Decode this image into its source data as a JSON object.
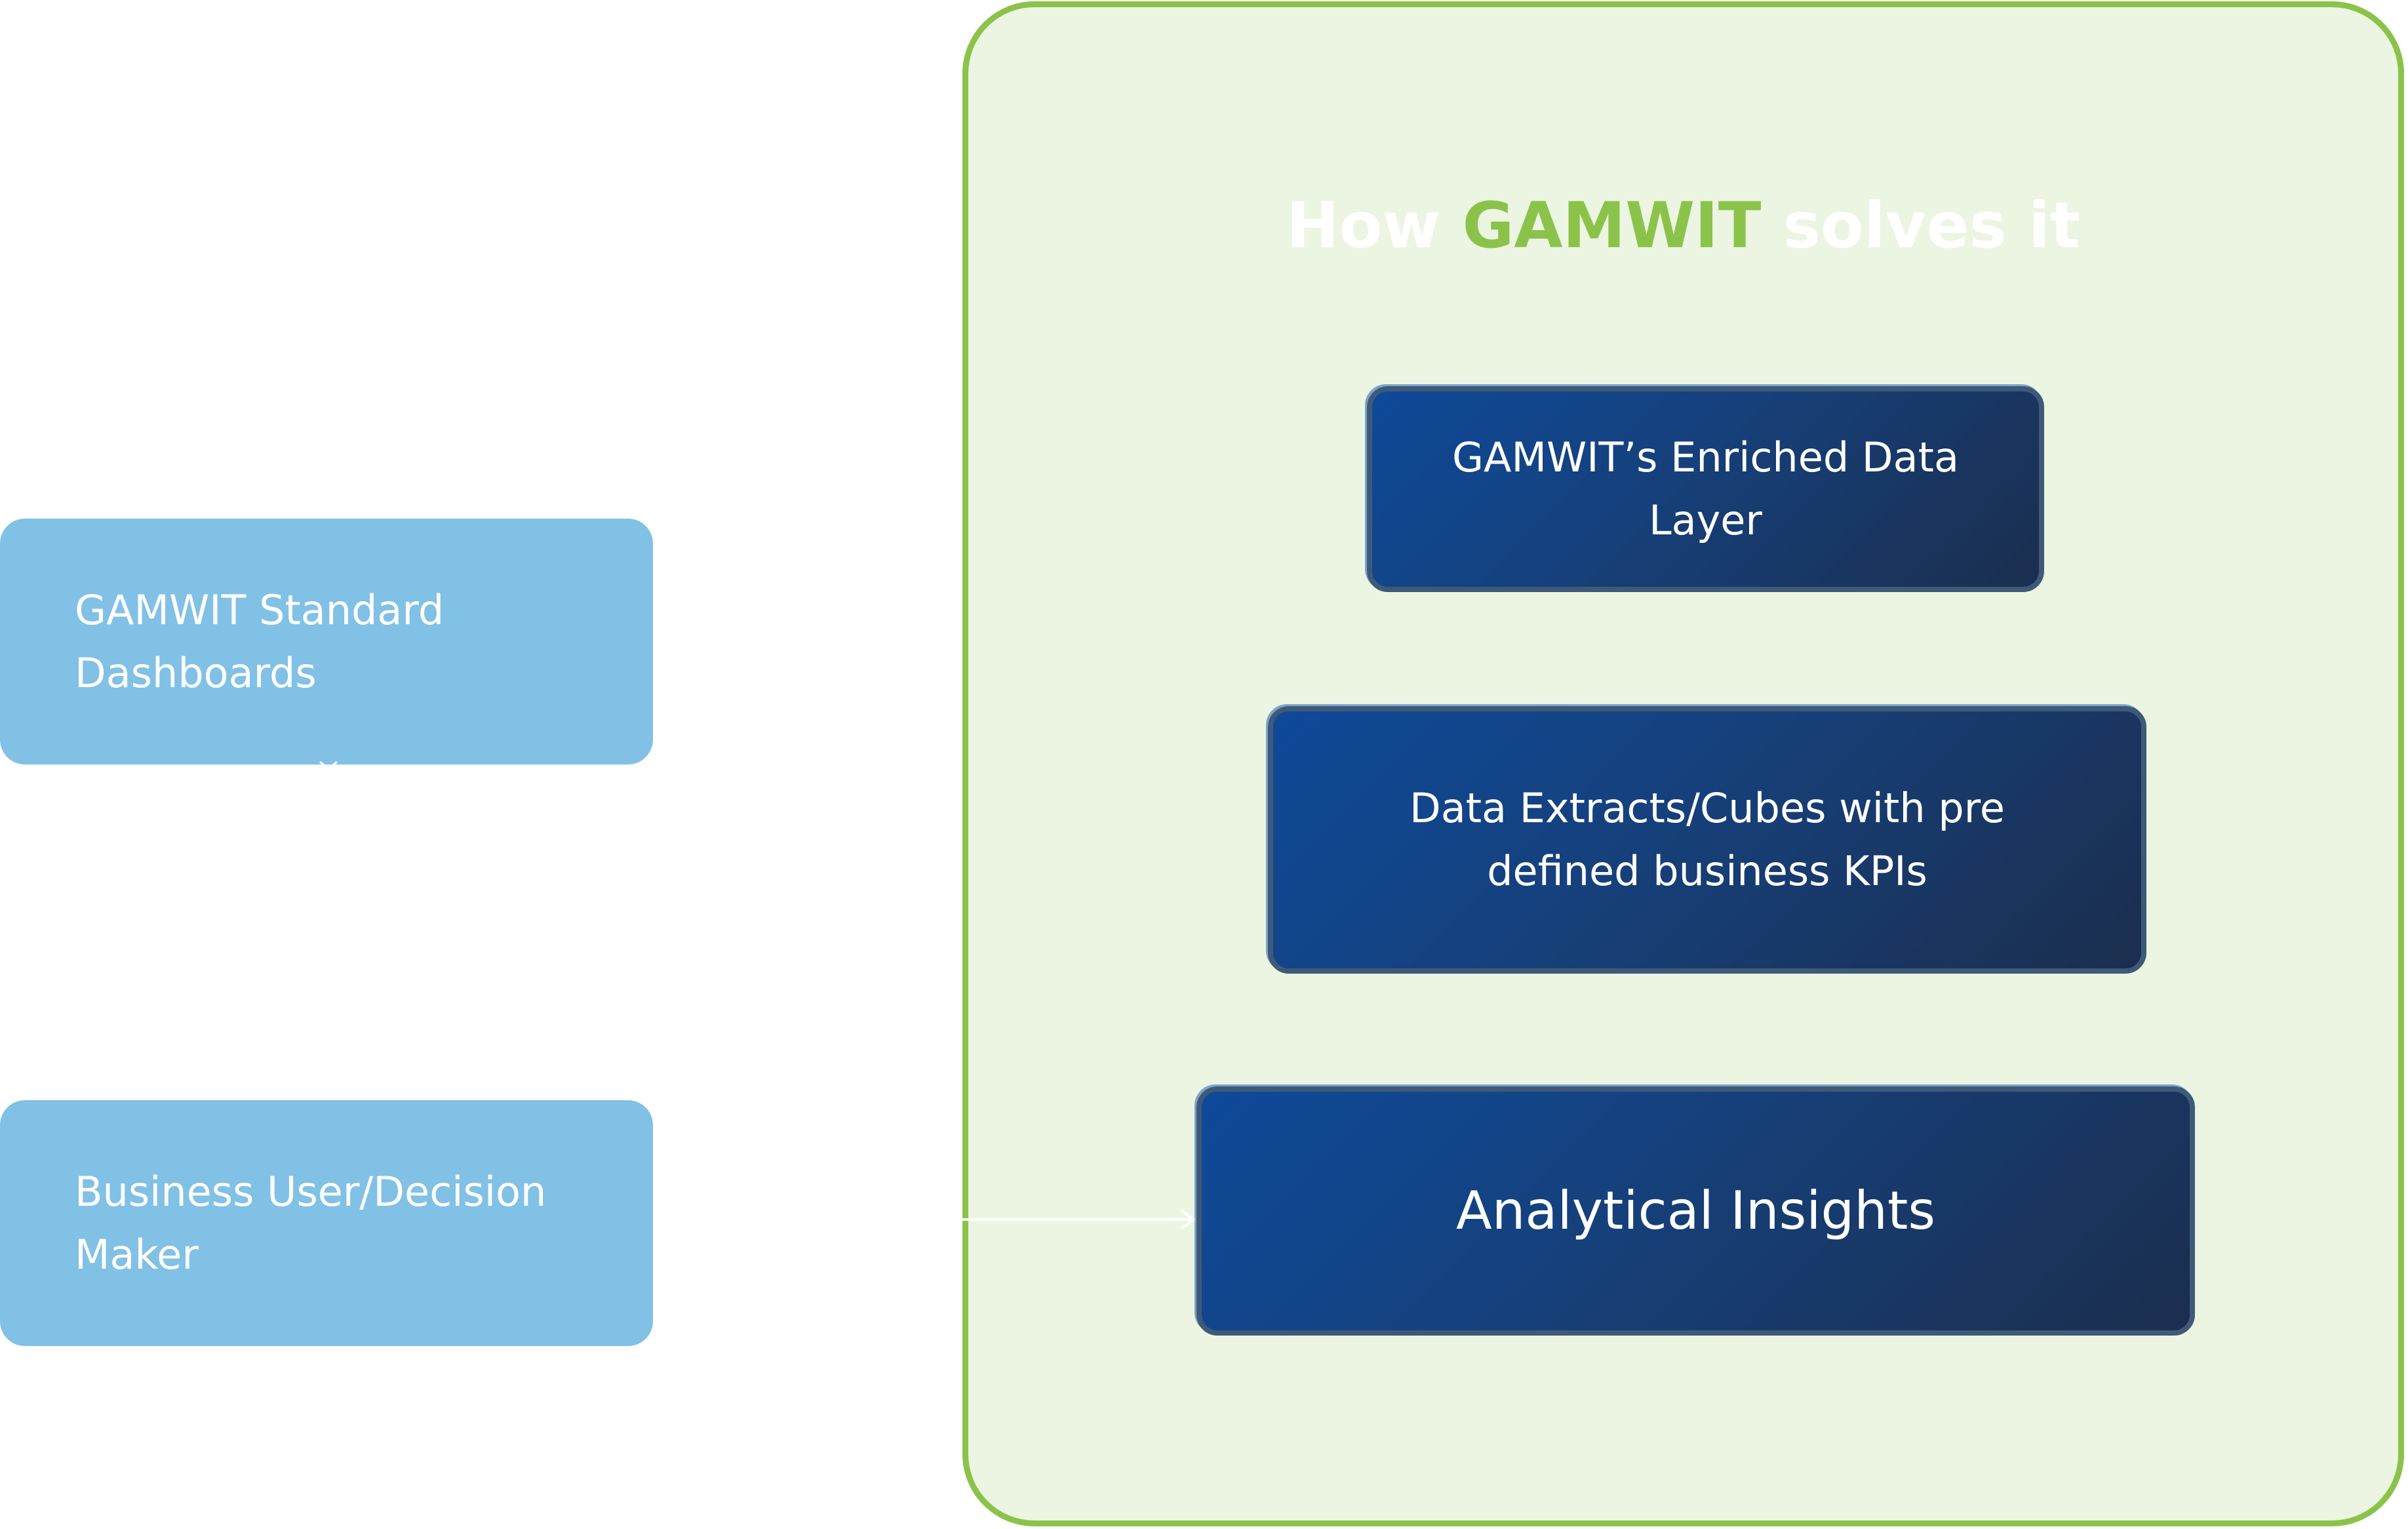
{
  "left_boxes": {
    "dashboards": {
      "line1": "GAMWIT Standard",
      "line2": "Dashboards"
    },
    "business_user": {
      "line1": "Business User/Decision",
      "line2": "Maker"
    }
  },
  "panel": {
    "title_prefix": "How",
    "title_brand": "GAMWIT",
    "title_suffix": "solves it"
  },
  "steps": {
    "enriched": {
      "line1": "GAMWIT’s Enriched Data",
      "line2": "Layer"
    },
    "extracts": {
      "line1": "Data Extracts/Cubes with pre",
      "line2": "defined business KPIs"
    },
    "insights": {
      "label": "Analytical Insights"
    }
  },
  "colors": {
    "left_box_fill": "#81c1e5",
    "panel_border": "#8bc34a",
    "panel_fill": "#ebf5e1",
    "step_gradient_start": "#0e4a9a",
    "step_gradient_end": "#1b2e4e",
    "brand_green": "#8bc34a"
  }
}
